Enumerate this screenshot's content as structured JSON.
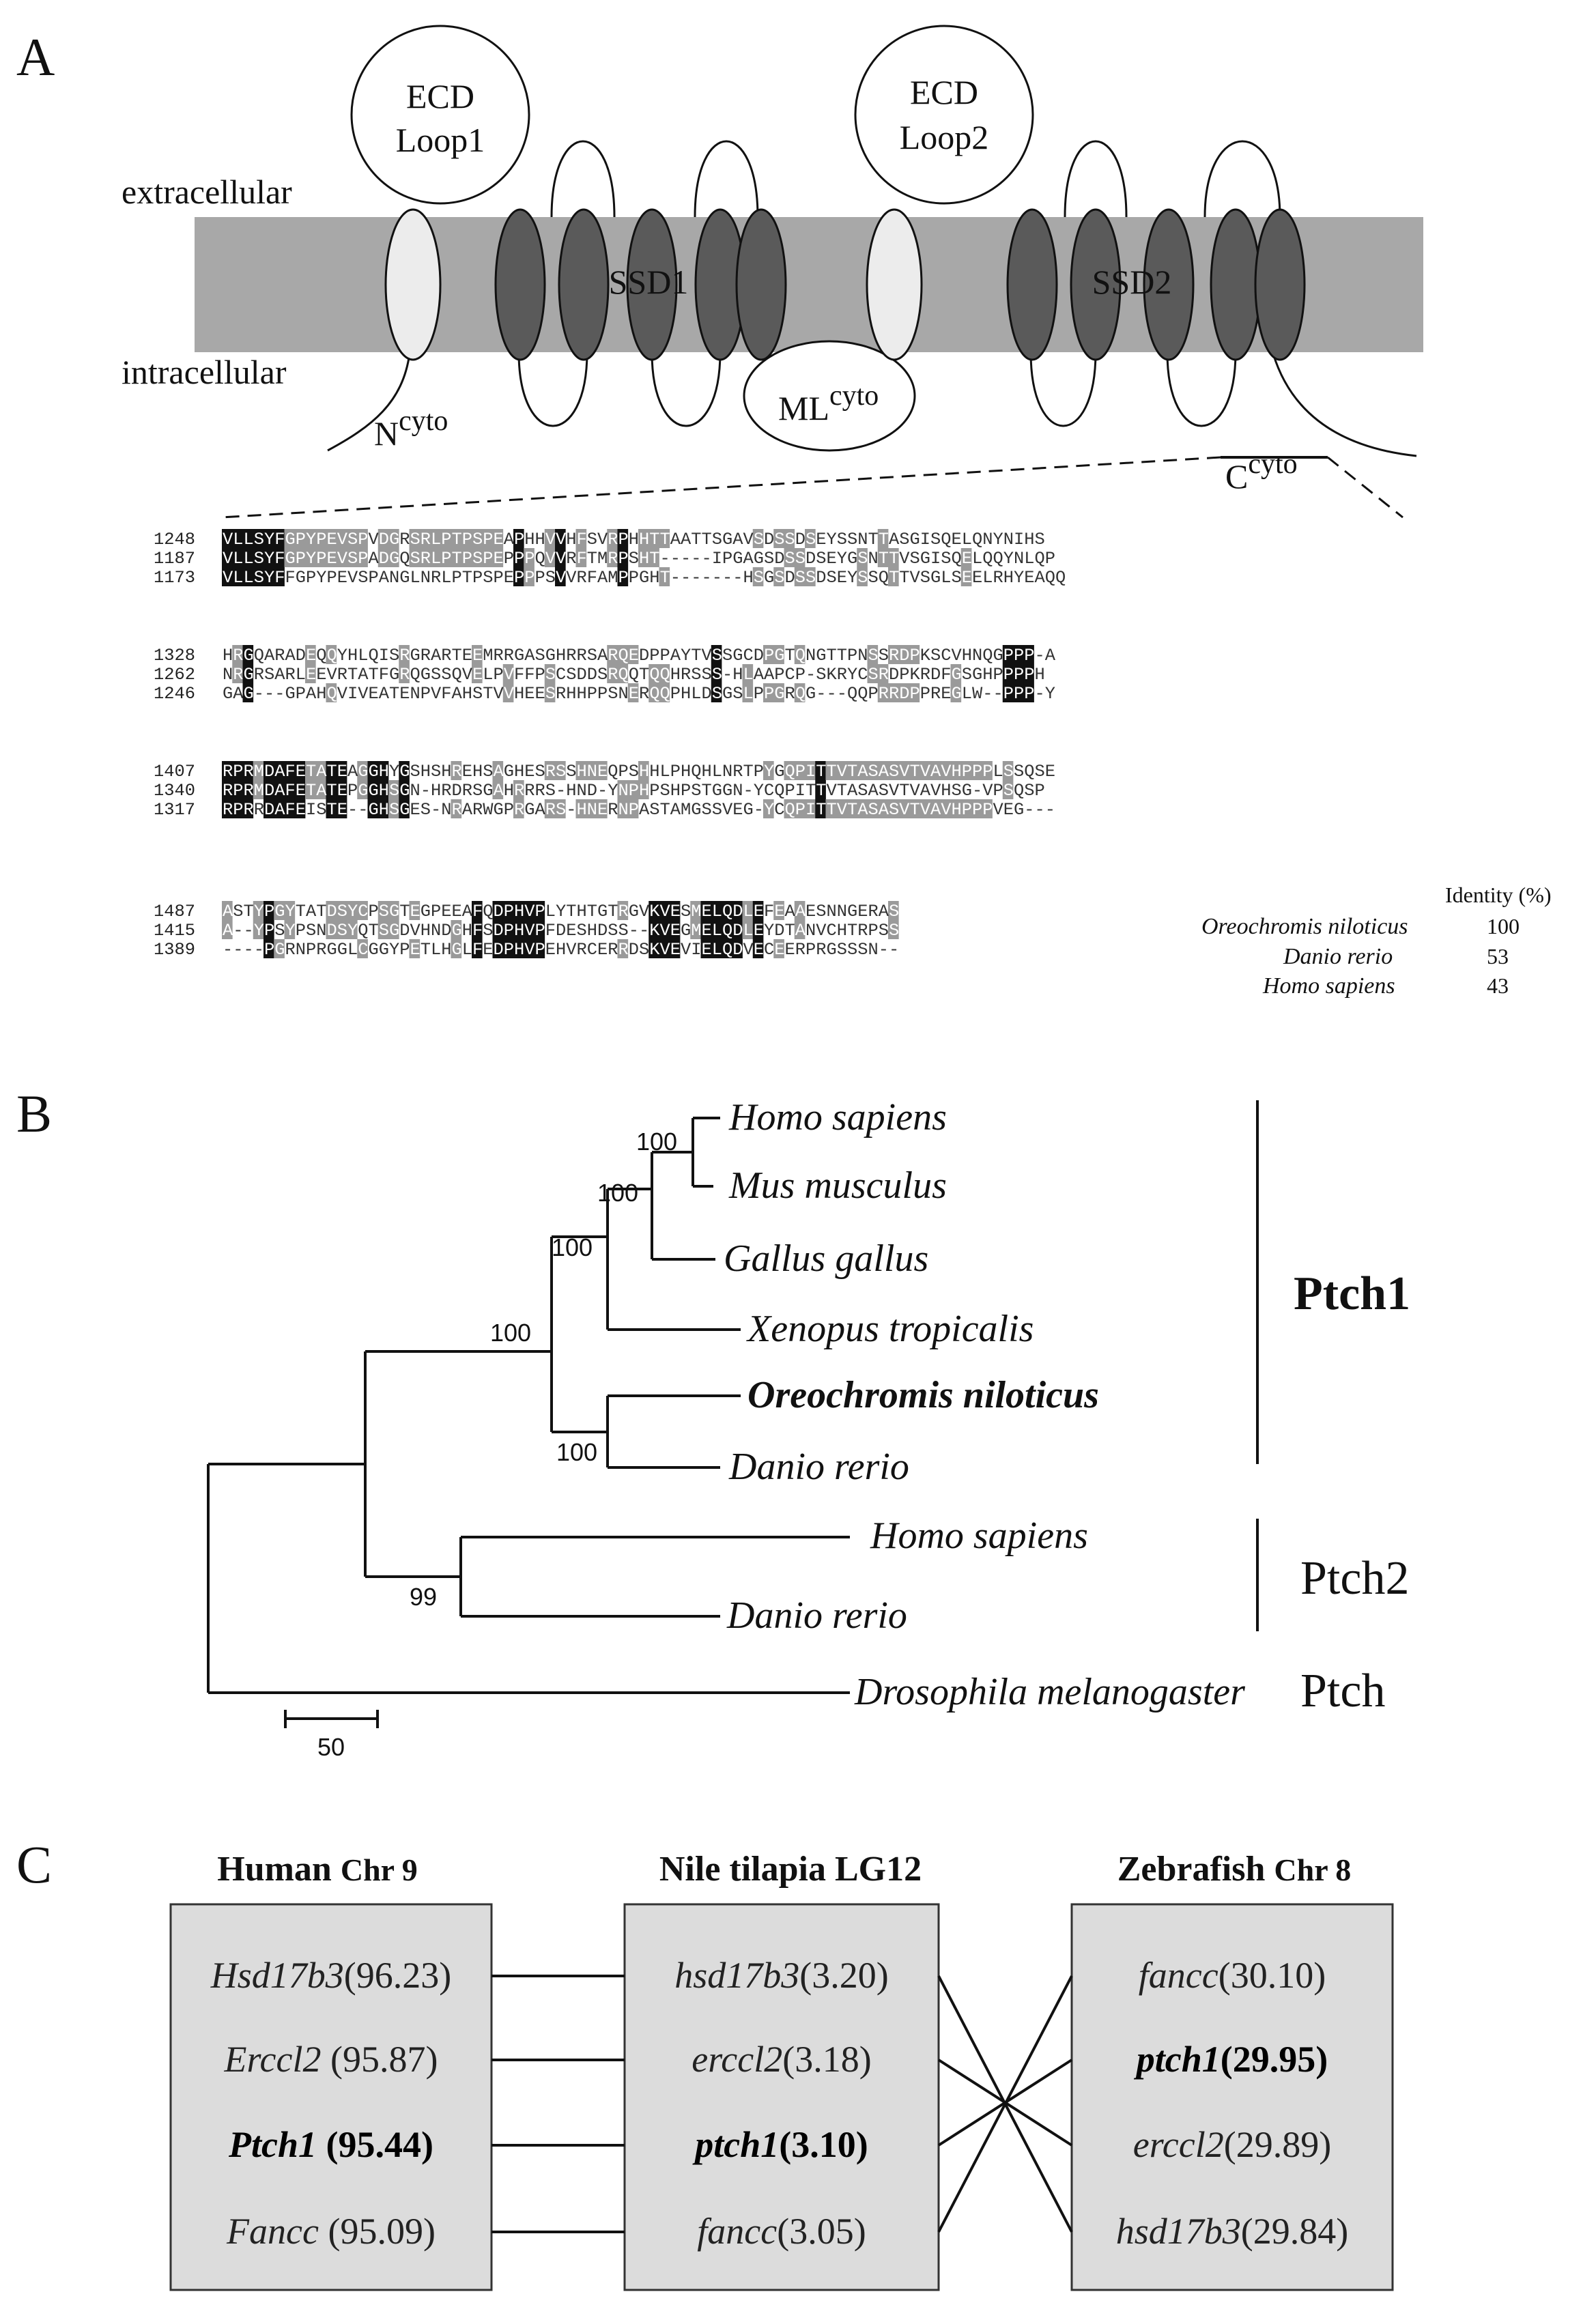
{
  "panels": {
    "a": "A",
    "b": "B",
    "c": "C"
  },
  "panelA": {
    "ecd1": [
      "ECD",
      "Loop1"
    ],
    "ecd2": [
      "ECD",
      "Loop2"
    ],
    "extracellular": "extracellular",
    "intracellular": "intracellular",
    "ssd1": "SSD1",
    "ssd2": "SSD2",
    "ncyto": {
      "base": "N",
      "sup": "cyto"
    },
    "mlcyto": {
      "base": "ML",
      "sup": "cyto"
    },
    "ccyto": {
      "base": "C",
      "sup": "cyto"
    },
    "identity_header": "Identity (%)",
    "species": [
      {
        "name": "Oreochromis niloticus",
        "identity": "100"
      },
      {
        "name": "Danio rerio",
        "identity": "53"
      },
      {
        "name": "Homo sapiens",
        "identity": "43"
      }
    ],
    "alignment": [
      {
        "start": [
          "1248",
          "1187",
          "1173"
        ],
        "rows": [
          "VLLSYFGPYPEVSPVDGRSRLPTPSPEAPHHVVHFSVRPHHTTAATTSGAVSDSSDSEYSSNTTASGISQELQNYNIHS",
          "VLLSYFGPYPEVSPADGQSRLPTPSPEPPPQVVRFTMRPSHT-----IPGAGSDSSDSEYGSNTTVSGISQELQQYNLQP",
          "VLLSYFFGPYPEVSPANGLNRLPTPSPEPPPSVVRFAMPPGHT-------HSGSDSSDSEYSSQTTVSGLSEELRHYEAQQ"
        ]
      },
      {
        "start": [
          "1328",
          "1262",
          "1246"
        ],
        "rows": [
          "HRGQARADEQQYHLQISRGRARTEEMRRGASGHRRSARQEDPPAYTVSSGCDPGTQNGTTPNSSRDPKSCVHNQGPPP-A",
          "NRGRSARLEEVRTATFGRQGSSQVELPVFFPSCSDDSRQQTQQHRSSS-HLAAPCP-SKRYCSRDPKRDFGSGHPPPPH",
          "GAG---GPAHQVIVEATENPVFAHSTVVHEESRHHPPSNERQQPHLDSGSLPPGRQG---QQPRRDPPREGLW--PPP-Y"
        ]
      },
      {
        "start": [
          "1407",
          "1340",
          "1317"
        ],
        "rows": [
          "RPRMDAFETATEAGGHYGSHSHREHSAGHESRSSHNEQPSHHLPHQHLNRTPYGQPITTVTASASVTVAVHPPPLSSQSE",
          "RPRMDAFETATEPGGHSGN-HRDRSGAHRRRS-HND-YNPHPSHPSTGGN-YCQPITTVTASASVTVAVHSG-VPSQSP",
          "RPRRDAFEISTE--GHSGES-NRARWGPRGARS-HNERNPASTAMGSSVEG-YCQPITTVTASASVTVAVHPPPVEG---"
        ]
      },
      {
        "start": [
          "1487",
          "1415",
          "1389"
        ],
        "rows": [
          "ASTYPGYTATDSYCPSGTEGPEEAFQDPHVPLYTHTGTRGVKVESMELQDLEFEAAESNNGERAS",
          "A--YPSYPSNDSYQTSGDVHNDGHFSDPHVPFDESHDSS--KVEGMELQDLEYDTANVCHTRPSS",
          "----PGRNPRGGLCGGYPETLHGLFEDPHVPEHVRCERRDSKVEVIELQDVECEERPRGSSSN--"
        ]
      }
    ]
  },
  "panelB": {
    "taxa": [
      {
        "name": "Homo sapiens",
        "bold": false
      },
      {
        "name": "Mus musculus",
        "bold": false
      },
      {
        "name": "Gallus gallus",
        "bold": false
      },
      {
        "name": "Xenopus tropicalis",
        "bold": false
      },
      {
        "name": "Oreochromis niloticus",
        "bold": true
      },
      {
        "name": "Danio rerio",
        "bold": false
      },
      {
        "name": "Homo sapiens",
        "bold": false
      },
      {
        "name": "Danio rerio",
        "bold": false
      },
      {
        "name": "Drosophila melanogaster",
        "bold": false
      }
    ],
    "bootstrap": [
      "100",
      "100",
      "100",
      "100",
      "100",
      "99"
    ],
    "groups": {
      "ptch1": "Ptch1",
      "ptch2": "Ptch2",
      "ptch": "Ptch"
    },
    "scale": "50"
  },
  "panelC": {
    "columns": [
      {
        "title": "Human ",
        "title_chr": "Chr 9",
        "genes": [
          {
            "name": "Hsd17b3",
            "pos": "(96.23)",
            "bold": false
          },
          {
            "name": "Erccl2",
            "pos": " (95.87)",
            "bold": false
          },
          {
            "name": "Ptch1",
            "pos": " (95.44)",
            "bold": true
          },
          {
            "name": "Fancc",
            "pos": " (95.09)",
            "bold": false
          }
        ]
      },
      {
        "title": "Nile tilapia LG12",
        "title_chr": "",
        "genes": [
          {
            "name": "hsd17b3",
            "pos": "(3.20)",
            "bold": false
          },
          {
            "name": "erccl2",
            "pos": "(3.18)",
            "bold": false
          },
          {
            "name": "ptch1",
            "pos": "(3.10)",
            "bold": true
          },
          {
            "name": "fancc",
            "pos": "(3.05)",
            "bold": false
          }
        ]
      },
      {
        "title": "Zebrafish ",
        "title_chr": "Chr 8",
        "genes": [
          {
            "name": "fancc",
            "pos": "(30.10)",
            "bold": false
          },
          {
            "name": "ptch1",
            "pos": "(29.95)",
            "bold": true
          },
          {
            "name": "erccl2",
            "pos": "(29.89)",
            "bold": false
          },
          {
            "name": "hsd17b3",
            "pos": "(29.84)",
            "bold": false
          }
        ]
      }
    ]
  }
}
